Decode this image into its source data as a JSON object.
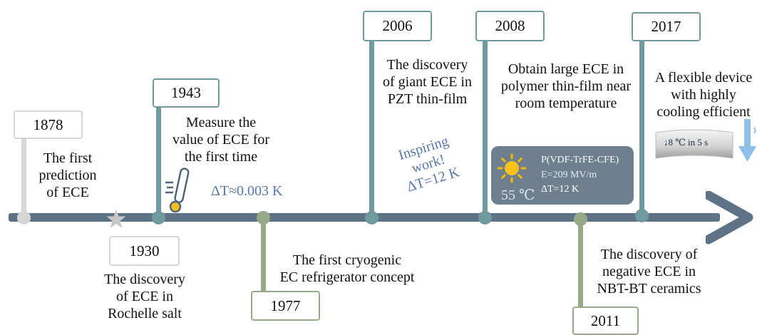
{
  "events": [
    {
      "year": "1878",
      "lines": [
        "The first",
        "prediction",
        "of ECE"
      ]
    },
    {
      "year": "1930",
      "lines": [
        "The discovery",
        "of ECE in",
        "Rochelle salt"
      ]
    },
    {
      "year": "1943",
      "lines": [
        "Measure the",
        "value of ECE for",
        "the first time"
      ],
      "note": "ΔT≈0.003 K"
    },
    {
      "year": "1977",
      "lines": [
        "The first cryogenic",
        "EC refrigerator concept"
      ]
    },
    {
      "year": "2006",
      "lines": [
        "The discovery",
        "of giant ECE in",
        "PZT thin-film"
      ],
      "note_lines": [
        "Inspiring",
        "work!",
        "ΔT=12 K"
      ]
    },
    {
      "year": "2008",
      "lines": [
        "Obtain large ECE in",
        "polymer thin-film near",
        "room temperature"
      ]
    },
    {
      "year": "2011",
      "lines": [
        "The discovery of",
        "negative ECE in",
        "NBT-BT ceramics"
      ]
    },
    {
      "year": "2017",
      "lines": [
        "A flexible device",
        "with highly",
        "cooling efficient"
      ]
    }
  ],
  "info_card": {
    "temperature": "55 ℃",
    "line1": "P(VDF-TrFE-CFE)",
    "line2": "E=209 MV/m",
    "line3": "ΔT=12 K"
  },
  "device_label": "↓8 ℃ in 5 s",
  "colors": {
    "axis": "#5f7387",
    "gray": "#d6d6d6",
    "teal": "#6f9a9e",
    "olive": "#98a98a",
    "note_blue": "#5878a8",
    "card": "#6e7f8f"
  }
}
